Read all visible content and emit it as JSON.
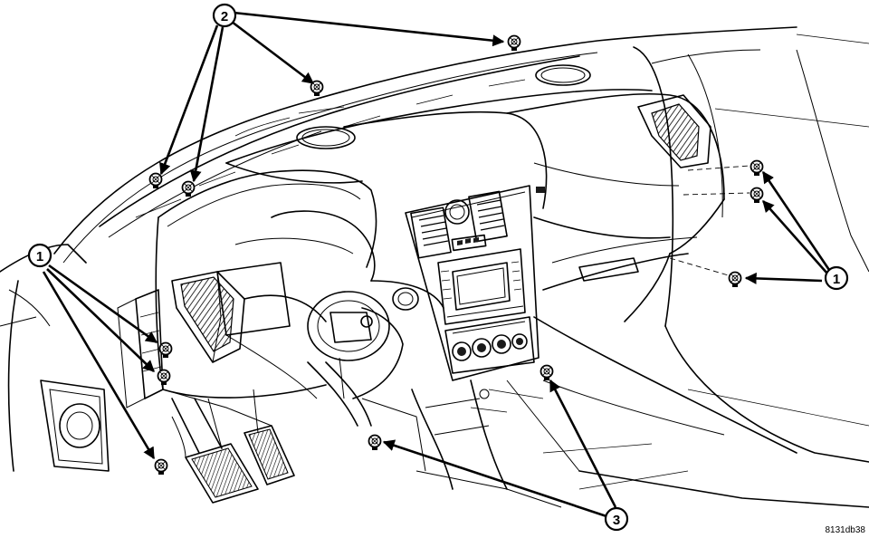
{
  "figure_id": "8131db38",
  "callouts": [
    {
      "label": "1"
    },
    {
      "label": "1"
    },
    {
      "label": "2"
    },
    {
      "label": "3"
    }
  ]
}
